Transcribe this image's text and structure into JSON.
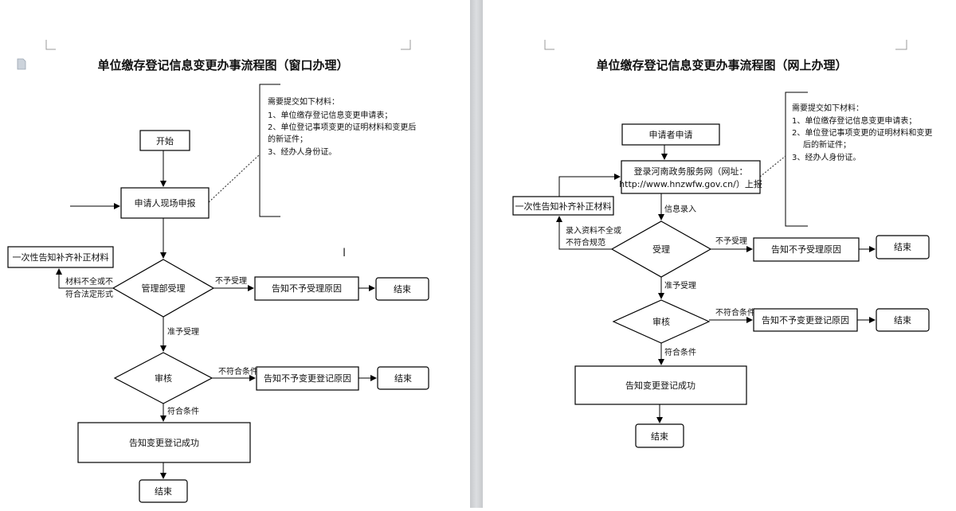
{
  "left": {
    "title": "单位缴存登记信息变更办事流程图（窗口办理）",
    "nodes": {
      "start": "开始",
      "apply": "申请人现场申报",
      "supplement": "一次性告知补齐补正材料",
      "accept": "管理部受理",
      "reject_notice": "告知不予受理原因",
      "end1": "结束",
      "review": "审核",
      "fail_notice": "告知不予变更登记原因",
      "end2": "结束",
      "success": "告知变更登记成功",
      "end3": "结束"
    },
    "edges": {
      "incomplete_1": "材料不全或不",
      "incomplete_2": "符合法定形式",
      "not_accept": "不予受理",
      "accept_ok": "准予受理",
      "not_meet": "不符合条件",
      "meet": "符合条件"
    },
    "note": {
      "heading": "需要提交如下材料：",
      "item1": "1、单位缴存登记信息变更申请表；",
      "item2a": "2、单位登记事项变更的证明材料和变更后",
      "item2b": "的新证件；",
      "item3": "3、经办人身份证。"
    }
  },
  "right": {
    "title": "单位缴存登记信息变更办事流程图（网上办理）",
    "nodes": {
      "applicant": "申请者申请",
      "portal_1": "登录河南政务服务网（网址：",
      "portal_2": "http://www.hnzwfw.gov.cn/）上报",
      "supplement": "一次性告知补齐补正材料",
      "accept": "受理",
      "reject_notice": "告知不予受理原因",
      "end1": "结束",
      "review": "审核",
      "fail_notice": "告知不予变更登记原因",
      "end2": "结束",
      "success": "告知变更登记成功",
      "end3": "结束"
    },
    "edges": {
      "info_entry": "信息录入",
      "incomplete_1": "录入资料不全或",
      "incomplete_2": "不符合规范",
      "not_accept": "不予受理",
      "accept_ok": "准予受理",
      "not_meet": "不符合条件",
      "meet": "符合条件"
    },
    "note": {
      "heading": "需要提交如下材料：",
      "item1": "1、单位缴存登记信息变更申请表；",
      "item2a": "2、单位登记事项变更的证明材料和变更",
      "item2b": "后的新证件；",
      "item3": "3、经办人身份证。"
    }
  }
}
